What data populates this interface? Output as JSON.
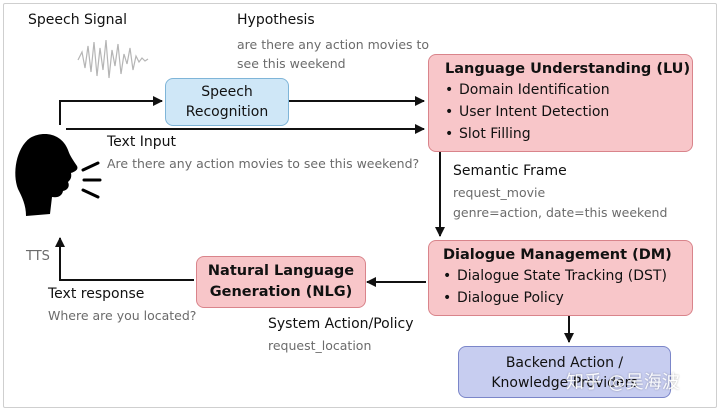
{
  "labels": {
    "speech_signal": "Speech Signal",
    "hypothesis": "Hypothesis",
    "hypothesis_text_1": "are there any action movies to",
    "hypothesis_text_2": "see this weekend",
    "text_input": "Text Input",
    "text_input_text": "Are there any action movies to see this weekend?",
    "semantic_frame": "Semantic Frame",
    "semantic_frame_1": "request_movie",
    "semantic_frame_2": "genre=action, date=this weekend",
    "tts": "TTS",
    "text_response": "Text response",
    "text_response_text": "Where are you located?",
    "system_action": "System Action/Policy",
    "system_action_text": "request_location",
    "watermark": "知乎 @吴海波"
  },
  "boxes": {
    "asr": {
      "line1": "Speech",
      "line2": "Recognition"
    },
    "lu": {
      "title": "Language Understanding (LU)",
      "items": [
        "Domain Identification",
        "User Intent Detection",
        "Slot Filling"
      ]
    },
    "dm": {
      "title": "Dialogue Management (DM)",
      "items": [
        "Dialogue State Tracking (DST)",
        "Dialogue Policy"
      ]
    },
    "nlg": {
      "line1": "Natural Language",
      "line2": "Generation (NLG)"
    },
    "backend": {
      "line1": "Backend Action /",
      "line2": "Knowledge Providers"
    }
  },
  "colors": {
    "lu_dm_nlg_fill": "#f8c6c9",
    "asr_fill": "#cfe7f7",
    "backend_fill": "#c7cdf0"
  }
}
